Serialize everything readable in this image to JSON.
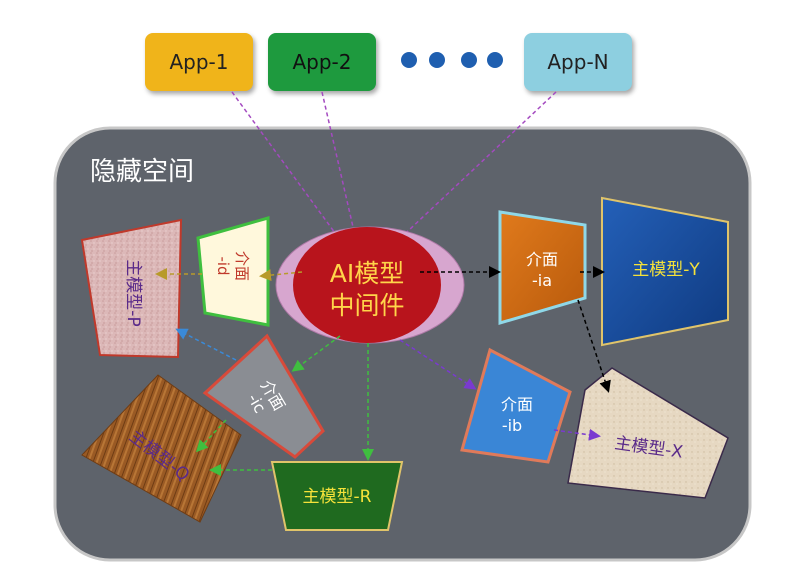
{
  "apps": [
    {
      "label": "App-1"
    },
    {
      "label": "App-2"
    },
    {
      "label": "App-N"
    }
  ],
  "panel": {
    "title": "隐藏空间"
  },
  "middleware": {
    "line1": "AI模型",
    "line2": "中间件"
  },
  "interfaces": {
    "id": {
      "line1": "介面",
      "line2": "-id"
    },
    "ia": {
      "line1": "介面",
      "line2": "-ia"
    },
    "ic": {
      "line1": "介面",
      "line2": "-ic"
    },
    "ib": {
      "line1": "介面",
      "line2": "-ib"
    }
  },
  "models": {
    "p": "主模型-P",
    "y": "主模型-Y",
    "q": "主模型-Q",
    "r": "主模型-R",
    "x": "主模型-X"
  },
  "colors": {
    "panel": "#5e636b",
    "middleware_core": "#b8141c",
    "middleware_halo": "#d7a6cf",
    "middleware_text": "#ffd54a",
    "model_text": "#5a2a8a",
    "model_y_fill": "#1a4a9a",
    "model_y_text": "#f5e23a",
    "model_r_fill": "#1f6a1f",
    "model_r_text": "#f5e23a"
  }
}
